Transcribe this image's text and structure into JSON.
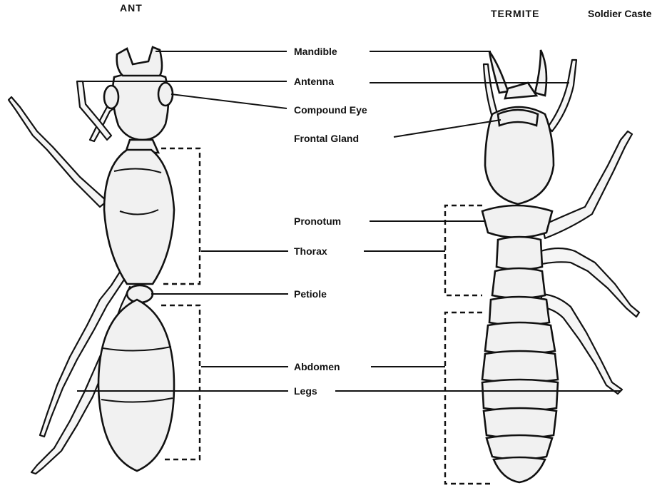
{
  "titles": {
    "ant": "ANT",
    "termite": "TERMITE",
    "termite_caste": "Soldier Caste"
  },
  "labels": {
    "mandible": "Mandible",
    "antenna": "Antenna",
    "compound_eye": "Compound Eye",
    "frontal_gland": "Frontal Gland",
    "pronotum": "Pronotum",
    "thorax": "Thorax",
    "petiole": "Petiole",
    "abdomen": "Abdomen",
    "legs": "Legs"
  },
  "colors": {
    "ink": "#111111",
    "fill": "#f1f1f1",
    "background": "#ffffff"
  }
}
